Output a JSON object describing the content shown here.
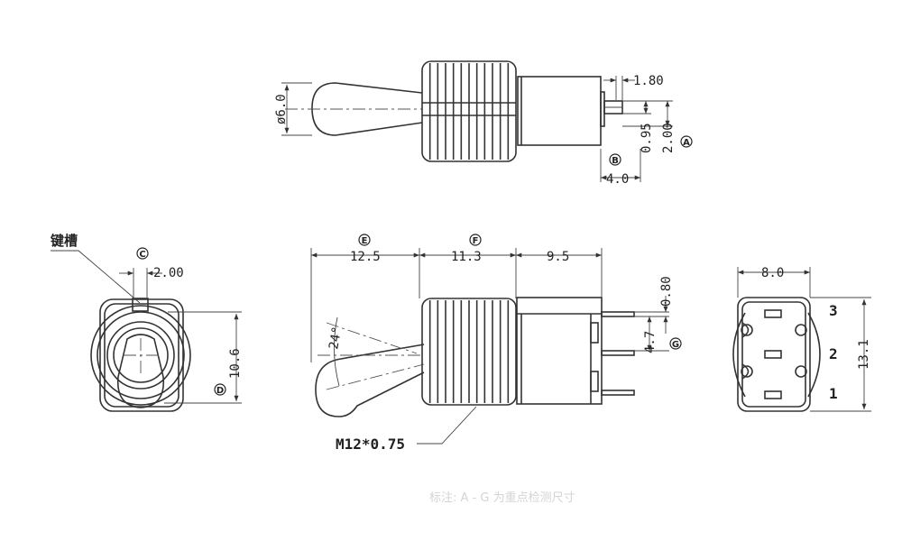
{
  "drawing": {
    "top_view": {
      "dia_label": "ø6.0",
      "dim_width": "1.80",
      "dim_terminal": "0.95",
      "dim_height": "2.00",
      "dim_length": "4.0",
      "marker_a": "A",
      "marker_b": "B"
    },
    "end_view": {
      "slot_label": "键槽",
      "dim_slot": "2.00",
      "dim_height": "10.6",
      "marker_c": "C",
      "marker_d": "D"
    },
    "side_view": {
      "dim_lever": "12.5",
      "dim_bushing": "11.3",
      "dim_body": "9.5",
      "dim_pin_thick": "0.80",
      "dim_pin_pitch": "4.7",
      "angle": "24°",
      "thread": "M12*0.75",
      "marker_e": "E",
      "marker_f": "F",
      "marker_g": "G"
    },
    "bottom_view": {
      "dim_width": "8.0",
      "dim_height": "13.1",
      "pin_labels": [
        "3",
        "2",
        "1"
      ]
    },
    "footnote": "标注: A - G 为重点检测尺寸"
  }
}
